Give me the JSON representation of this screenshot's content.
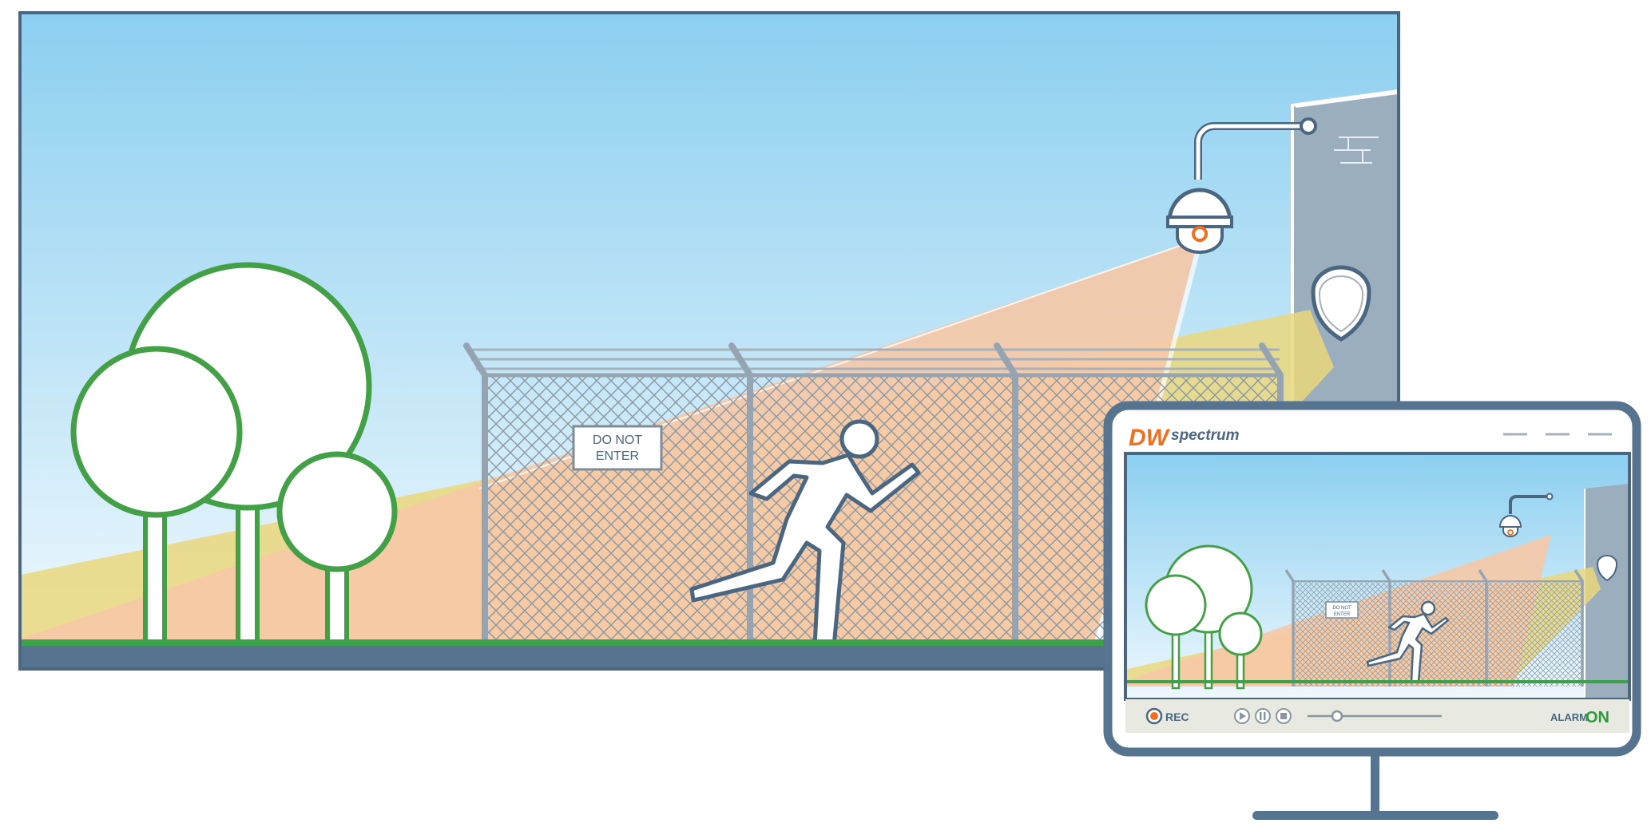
{
  "scene": {
    "sign": {
      "line1": "DO NOT",
      "line2": "ENTER"
    }
  },
  "monitor": {
    "brand": {
      "logo_mark": "DW",
      "name": "spectrum"
    },
    "controls": {
      "rec_label": "REC",
      "alarm_label": "ALARM",
      "alarm_state": "ON",
      "slider_position": 0.22
    },
    "preview_sign": {
      "line1": "DO NOT",
      "line2": "ENTER"
    }
  },
  "colors": {
    "sky_top": "#8ccff0",
    "sky_bottom": "#eef8fd",
    "ground": "#56738f",
    "grass": "#3aa34a",
    "tree": "#43a047",
    "camera_beam": "#f6c8a6",
    "sensor_beam": "#ead77d",
    "accent_orange": "#f07020",
    "frame": "#4b6680",
    "alarm_on": "#2f9a3c"
  },
  "icons": {
    "camera": "ptz-dome-camera-icon",
    "sensor": "motion-sensor-icon",
    "person": "running-person-icon",
    "play": "play-icon",
    "pause": "pause-icon",
    "stop": "stop-icon",
    "rec": "record-icon"
  }
}
